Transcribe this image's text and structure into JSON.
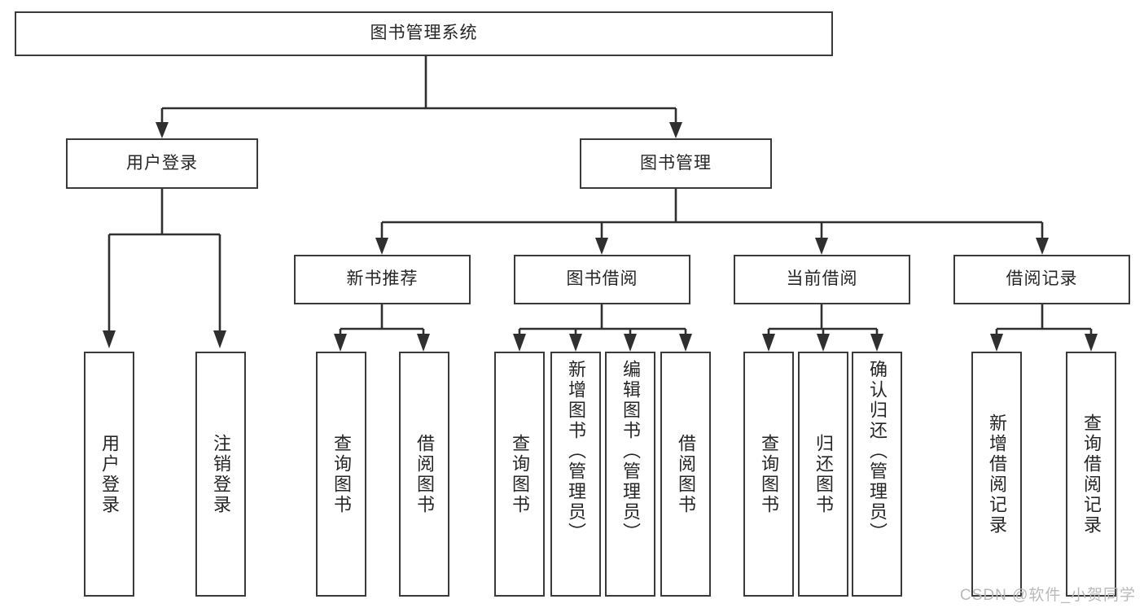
{
  "diagram": {
    "type": "tree",
    "title_node": "图书管理系统",
    "watermark": "CSDN @软件_小贺同学",
    "nodes": {
      "root": "图书管理系统",
      "l2": [
        "用户登录",
        "图书管理"
      ],
      "l3": [
        "新书推荐",
        "图书借阅",
        "当前借阅",
        "借阅记录"
      ],
      "leaves_user_login": [
        "用户登录",
        "注销登录"
      ],
      "leaves_new_books": [
        "查询图书",
        "借阅图书"
      ],
      "leaves_borrow": [
        "查询图书",
        "新增图书（管理员）",
        "编辑图书（管理员）",
        "借阅图书"
      ],
      "leaves_current": [
        "查询图书",
        "归还图书",
        "确认归还（管理员）"
      ],
      "leaves_records": [
        "新增借阅记录",
        "查询借阅记录"
      ]
    },
    "colors": {
      "stroke": "#2f2f2f",
      "box_border": "#3a3a3a",
      "background": "#ffffff",
      "text": "#262626",
      "watermark": "#b9b9b9"
    }
  }
}
